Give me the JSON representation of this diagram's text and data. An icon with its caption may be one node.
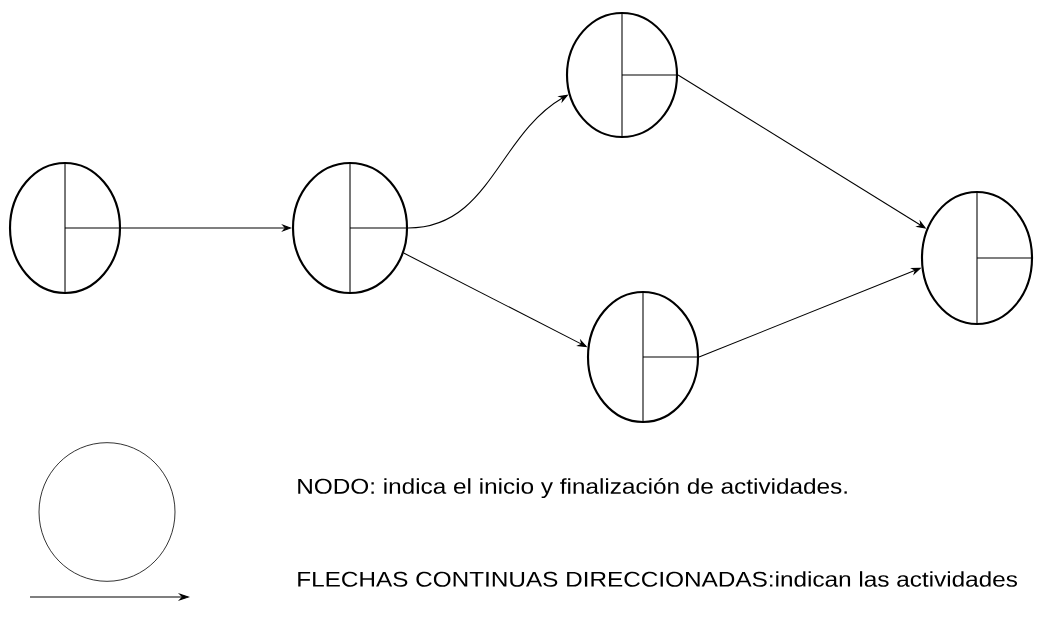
{
  "diagram": {
    "nodes": [
      {
        "text": [],
        "shape": "circle"
      },
      {
        "text": [],
        "shape": "circle"
      },
      {
        "text": [],
        "shape": "circle"
      },
      {
        "text": [],
        "shape": "circle"
      },
      {
        "text": [],
        "shape": "circle"
      }
    ],
    "edges": [
      {
        "from": 0,
        "to": 1,
        "arrow": "to"
      },
      {
        "from": 1,
        "to": 2,
        "arrow": "to"
      },
      {
        "from": 1,
        "to": 3,
        "arrow": "to"
      },
      {
        "from": 2,
        "to": 4,
        "arrow": "to"
      },
      {
        "from": 3,
        "to": 4,
        "arrow": "to"
      }
    ],
    "legend": [
      {
        "text": "NODO: indica el inicio y finalización de actividades."
      },
      {
        "text": "FLECHAS CONTINUAS DIRECCIONADAS:indican las actividades"
      }
    ]
  }
}
